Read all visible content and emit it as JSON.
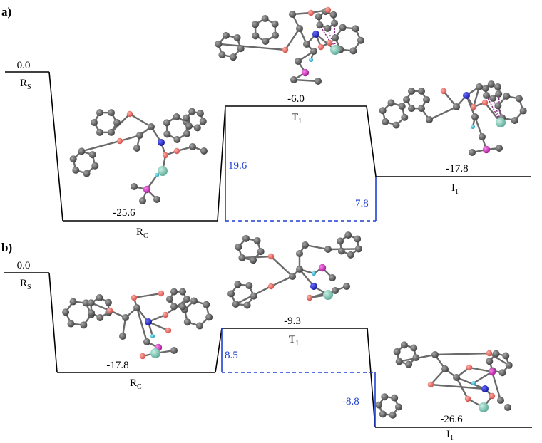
{
  "panels": [
    {
      "label": "a)",
      "states": [
        {
          "id": "rs",
          "energy": "0.0",
          "name": "R",
          "sub": "S"
        },
        {
          "id": "rc",
          "energy": "-25.6",
          "name": "R",
          "sub": "C"
        },
        {
          "id": "t1",
          "energy": "-6.0",
          "name": "T",
          "sub": "1"
        },
        {
          "id": "i1",
          "energy": "-17.8",
          "name": "I",
          "sub": "1"
        }
      ],
      "barriers": [
        {
          "id": "forward",
          "value": "19.6"
        },
        {
          "id": "reverse",
          "value": "7.8"
        }
      ]
    },
    {
      "label": "b)",
      "states": [
        {
          "id": "rs",
          "energy": "0.0",
          "name": "R",
          "sub": "S"
        },
        {
          "id": "rc",
          "energy": "-17.8",
          "name": "R",
          "sub": "C"
        },
        {
          "id": "t1",
          "energy": "-9.3",
          "name": "T",
          "sub": "1"
        },
        {
          "id": "i1",
          "energy": "-26.6",
          "name": "I",
          "sub": "1"
        }
      ],
      "barriers": [
        {
          "id": "forward",
          "value": "8.5"
        },
        {
          "id": "reverse",
          "value": "-8.8"
        }
      ]
    }
  ],
  "colors": {
    "profile_line": "#000000",
    "barrier": "#1f3fd4",
    "carbon_atom": "#5e5e5e",
    "oxygen_atom": "#e0605c",
    "nitrogen_atom": "#1b1fd0",
    "phosphorus_atom": "#d41fc4",
    "metal_atom": "#7fc4b2",
    "hydrogen_atom": "#1fb8d8"
  },
  "molecules": [
    "rc-structure",
    "t1-structure",
    "i1-structure"
  ]
}
